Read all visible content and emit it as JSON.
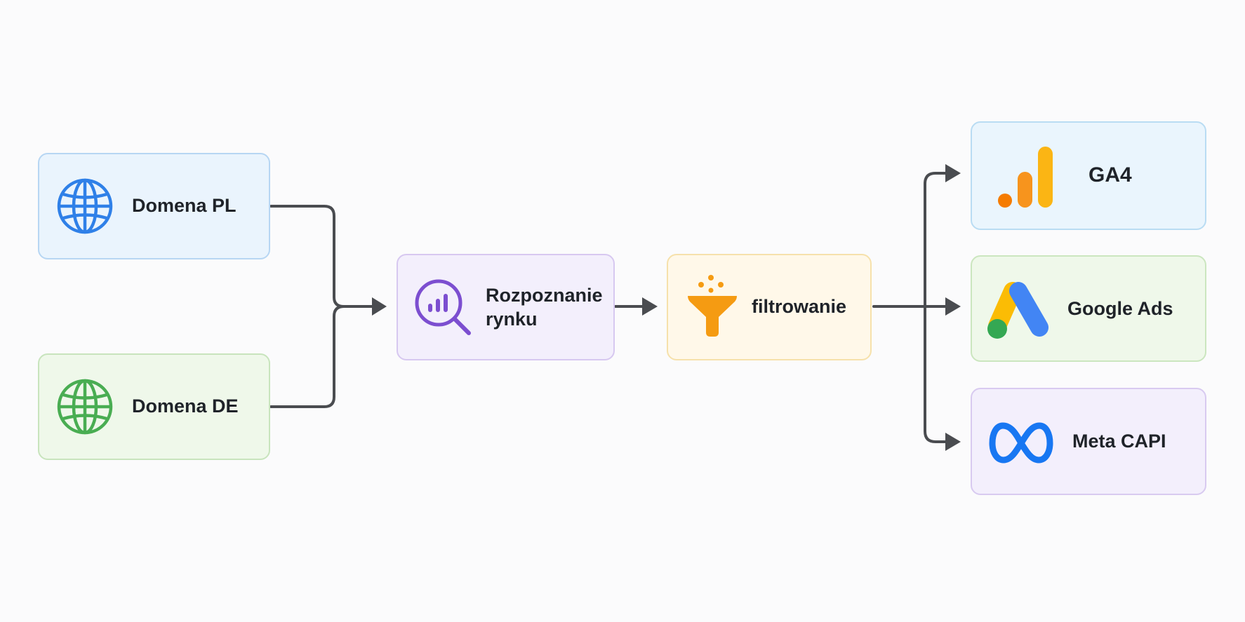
{
  "nodes": {
    "domena_pl": {
      "label": "Domena PL",
      "icon": "globe-icon",
      "color": "#2f80e8",
      "bg": "#eaf4fd",
      "border": "#b7d6f3"
    },
    "domena_de": {
      "label": "Domena DE",
      "icon": "globe-icon",
      "color": "#49ad52",
      "bg": "#eff8ea",
      "border": "#c8e4bd"
    },
    "rozpoznanie": {
      "label": "Rozpoznanie\nrynku",
      "icon": "market-analysis-icon",
      "color": "#7c4ed0",
      "bg": "#f3effc",
      "border": "#d7c8f0"
    },
    "filtrowanie": {
      "label": "filtrowanie",
      "icon": "funnel-icon",
      "color": "#f59b12",
      "bg": "#fff8e9",
      "border": "#f6e1ab"
    },
    "ga4": {
      "label": "GA4",
      "icon": "ga4-logo-icon",
      "bg": "#eaf5fd",
      "border": "#b9dcf3"
    },
    "google_ads": {
      "label": "Google Ads",
      "icon": "google-ads-logo-icon",
      "bg": "#eff8ea",
      "border": "#cbe6bf"
    },
    "meta_capi": {
      "label": "Meta CAPI",
      "icon": "meta-logo-icon",
      "bg": "#f3effc",
      "border": "#d8caf0"
    }
  },
  "connector_color": "#4a4c50"
}
